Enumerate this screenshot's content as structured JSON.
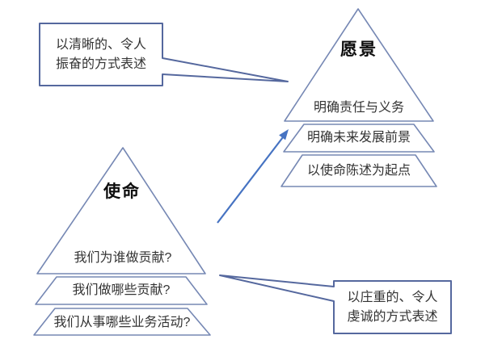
{
  "colors": {
    "shape_stroke": "#7688b4",
    "callout_stroke": "#55689e",
    "arrow": "#4673c2",
    "text": "#333333",
    "title": "#0d0d0d"
  },
  "vision": {
    "title": "愿景",
    "levels": [
      "明确责任与义务",
      "明确未来发展前景",
      "以使命陈述为起点"
    ]
  },
  "mission": {
    "title": "使命",
    "levels": [
      "我们为谁做贡献?",
      "我们做哪些贡献?",
      "我们从事哪些业务活动?"
    ]
  },
  "callout_vision": {
    "line1": "以清晰的、令人",
    "line2": "振奋的方式表述"
  },
  "callout_mission": {
    "line1": "以庄重的、令人",
    "line2": "虔诚的方式表述"
  }
}
